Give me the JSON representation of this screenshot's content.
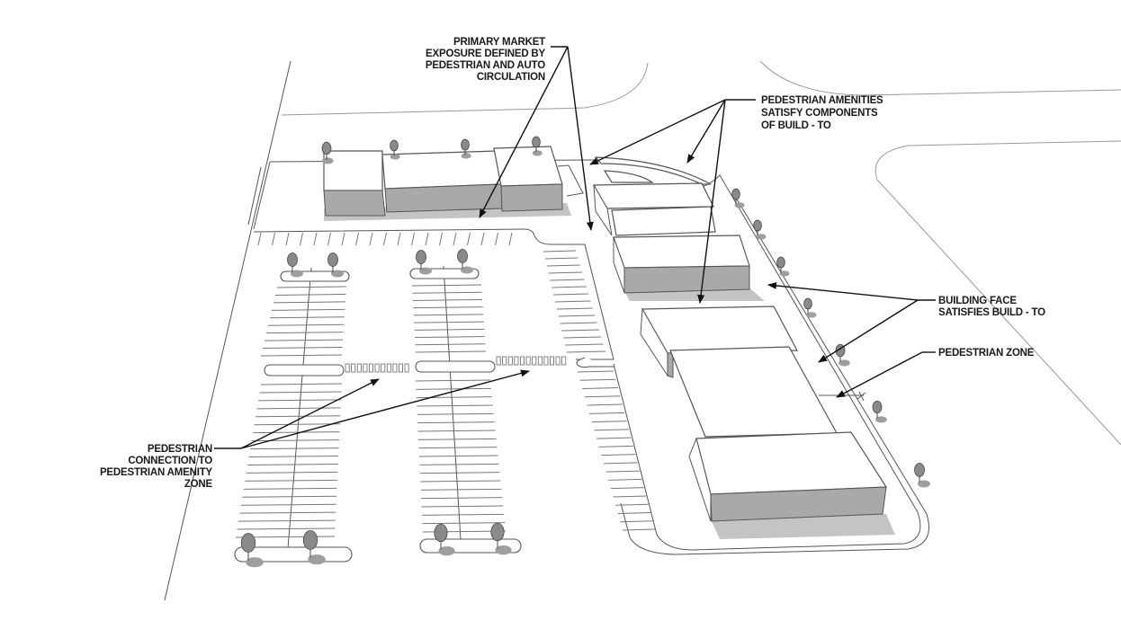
{
  "diagram": {
    "title": "Site plan axonometric – build-to requirements",
    "callouts": [
      {
        "id": "primary-market",
        "lines": [
          "PRIMARY MARKET",
          "EXPOSURE DEFINED BY",
          "PEDESTRIAN AND AUTO",
          "CIRCULATION"
        ],
        "align": "right"
      },
      {
        "id": "pedestrian-amenities",
        "lines": [
          "PEDESTRIAN AMENITIES",
          "SATISFY COMPONENTS",
          "OF BUILD - TO"
        ],
        "align": "left"
      },
      {
        "id": "building-face",
        "lines": [
          "BUILDING FACE",
          "SATISFIES BUILD - TO"
        ],
        "align": "left"
      },
      {
        "id": "pedestrian-zone",
        "lines": [
          "PEDESTRIAN ZONE"
        ],
        "align": "left"
      },
      {
        "id": "pedestrian-connection",
        "lines": [
          "PEDESTRIAN",
          "CONNECTION TO",
          "PEDESTRIAN AMENITY",
          "ZONE"
        ],
        "align": "right"
      }
    ],
    "colors": {
      "wall": "#a9a9a9",
      "shadow": "#c4c4c4",
      "line": "#555555",
      "leader": "#111111",
      "tree": "#8a8a8a"
    }
  }
}
